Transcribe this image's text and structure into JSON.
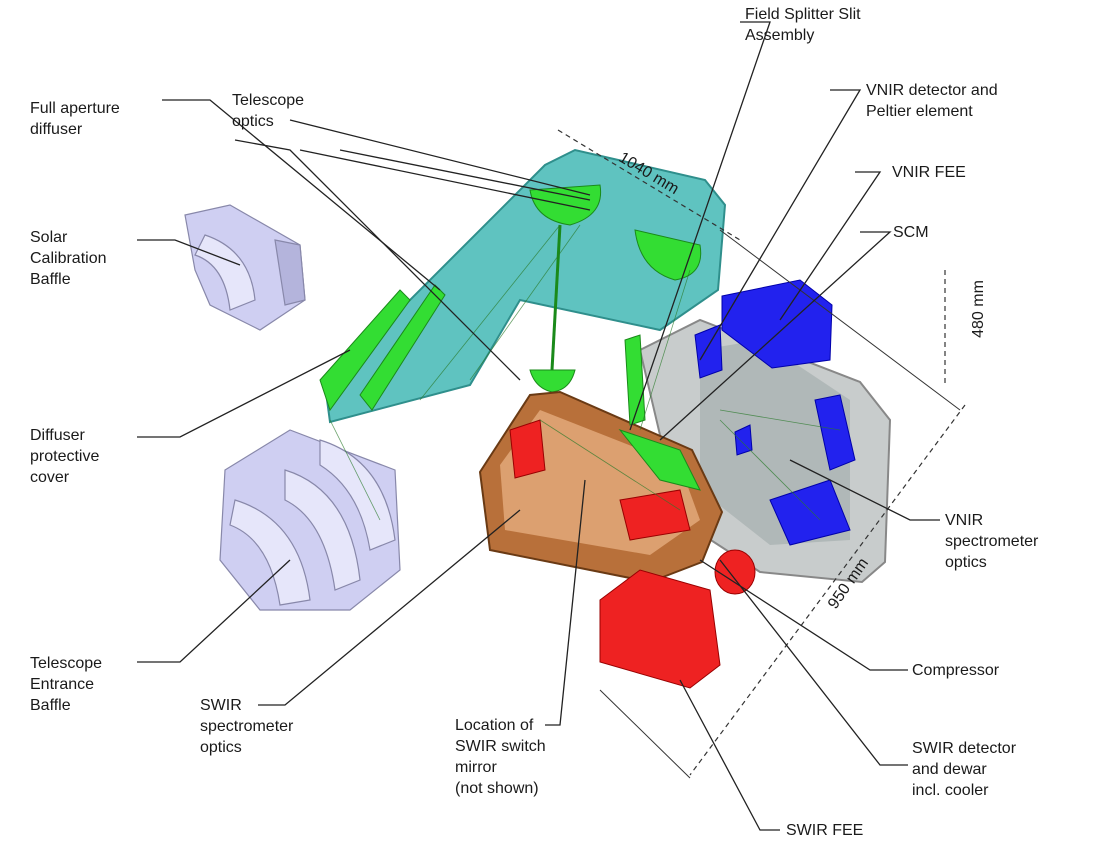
{
  "labels": {
    "field_splitter": "Field Splitter Slit\nAssembly",
    "telescope_optics": "Telescope\noptics",
    "full_aperture_diffuser": "Full aperture\ndiffuser",
    "vnir_detector": "VNIR detector and\nPeltier element",
    "vnir_fee": "VNIR FEE",
    "scm": "SCM",
    "solar_cal_baffle": "Solar\nCalibration\nBaffle",
    "diffuser_cover": "Diffuser\nprotective\ncover",
    "vnir_spectrometer": "VNIR\nspectrometer\noptics",
    "compressor": "Compressor",
    "entrance_baffle": "Telescope\nEntrance\nBaffle",
    "swir_spectrometer": "SWIR\nspectrometer\noptics",
    "swir_switch": "Location of\nSWIR switch\nmirror\n(not shown)",
    "swir_detector": "SWIR detector\nand dewar\nincl. cooler",
    "swir_fee": "SWIR FEE"
  },
  "dimensions": {
    "length": "1040 mm",
    "height": "480 mm",
    "width": "950 mm"
  },
  "colors": {
    "telescope_housing": "#5fc3c0",
    "optics_green": "#33dd33",
    "vnir_housing": "#c8cccc",
    "vnir_blue": "#2222ee",
    "swir_housing": "#b8703a",
    "swir_red": "#ee2222",
    "baffle": "#c8c8f0"
  }
}
